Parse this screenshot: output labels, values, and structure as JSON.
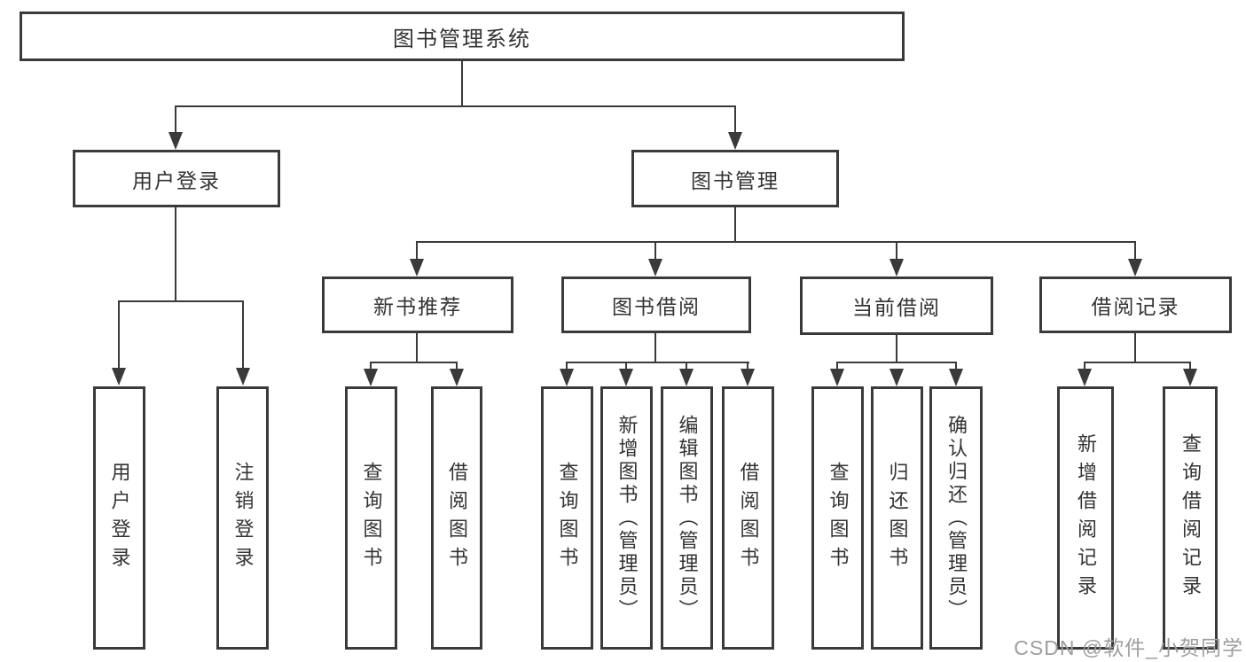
{
  "diagram": {
    "root": {
      "label": "图书管理系统"
    },
    "branches": [
      {
        "label": "用户登录",
        "children": [
          {
            "label": "用户登录"
          },
          {
            "label": "注销登录"
          }
        ]
      },
      {
        "label": "图书管理",
        "modules": [
          {
            "label": "新书推荐",
            "children": [
              {
                "label": "查询图书"
              },
              {
                "label": "借阅图书"
              }
            ]
          },
          {
            "label": "图书借阅",
            "children": [
              {
                "label": "查询图书"
              },
              {
                "label": "新增图书（管理员）"
              },
              {
                "label": "编辑图书（管理员）"
              },
              {
                "label": "借阅图书"
              }
            ]
          },
          {
            "label": "当前借阅",
            "children": [
              {
                "label": "查询图书"
              },
              {
                "label": "归还图书"
              },
              {
                "label": "确认归还（管理员）"
              }
            ]
          },
          {
            "label": "借阅记录",
            "children": [
              {
                "label": "新增借阅记录"
              },
              {
                "label": "查询借阅记录"
              }
            ]
          }
        ]
      }
    ]
  },
  "watermark": {
    "text": "CSDN @软件_小贺同学"
  },
  "colors": {
    "line": "#3a3a3a",
    "text": "#333333",
    "watermark": "#9e9e9e",
    "background": "#ffffff"
  }
}
